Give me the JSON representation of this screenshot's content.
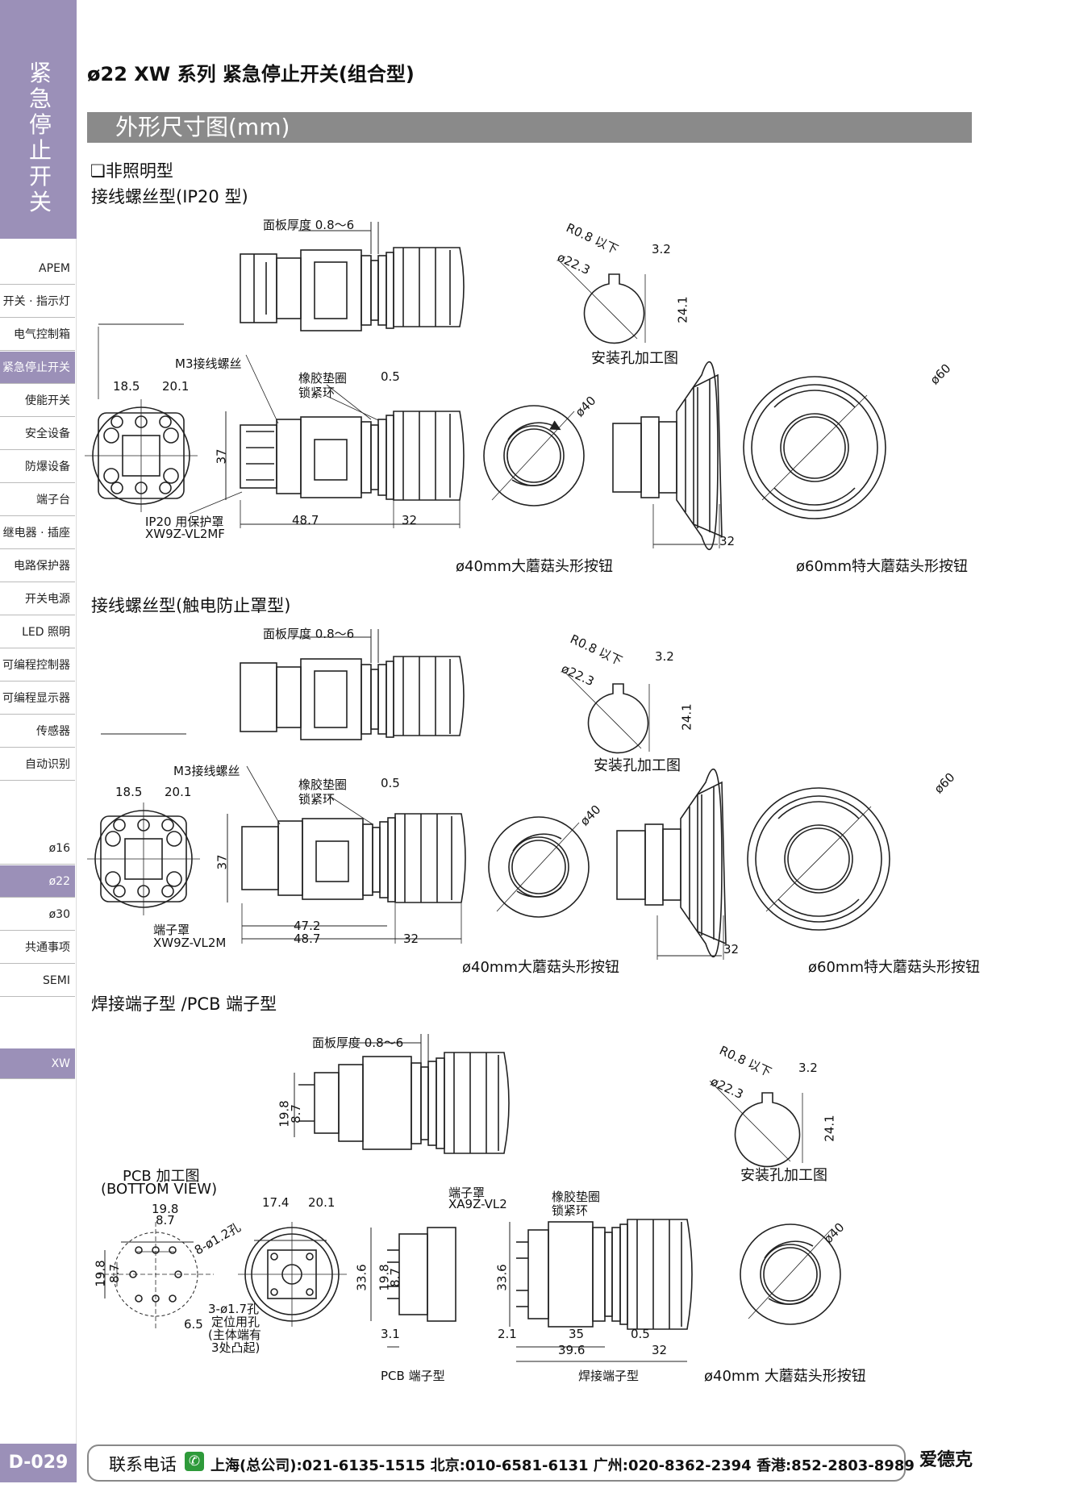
{
  "sidebar": {
    "vertical_title": "紧急停止开关",
    "items": [
      "APEM",
      "开关 · 指示灯",
      "电气控制箱",
      "紧急停止开关",
      "使能开关",
      "安全设备",
      "防爆设备",
      "端子台",
      "继电器 · 插座",
      "电路保护器",
      "开关电源",
      "LED 照明",
      "可编程控制器",
      "可编程显示器",
      "传感器",
      "自动识别"
    ],
    "active_item": "紧急停止开关",
    "sizes": [
      "ø16",
      "ø22",
      "ø30",
      "共通事项",
      "SEMI"
    ],
    "active_size": "ø22",
    "series": "XW"
  },
  "header": {
    "title": "ø22 XW 系列 紧急停止开关(组合型)",
    "section": "外形尺寸图(mm)"
  },
  "sections": {
    "non_illuminated": "❏非照明型",
    "s1": "接线螺丝型(IP20 型)",
    "s2": "接线螺丝型(触电防止罩型)",
    "s3": "焊接端子型 /PCB 端子型"
  },
  "labels": {
    "panel_thickness": "面板厚度 0.8〜6",
    "r08": "R0.8 以下",
    "d223": "ø22.3",
    "w32": "3.2",
    "h241": "24.1",
    "mount_hole": "安装孔加工图",
    "m3": "M3接线螺丝",
    "rubber": "橡胶垫圈",
    "lockring": "锁紧环",
    "d05": "0.5",
    "d185": "18.5",
    "d201": "20.1",
    "d37": "37",
    "d487": "48.7",
    "d472": "47.2",
    "d32": "32",
    "d40": "ø40",
    "d60": "ø60",
    "ip20cover": "IP20 用保护罩",
    "ip20code": "XW9Z-VL2MF",
    "cover": "端子罩",
    "covercode": "XW9Z-VL2M",
    "btn40": "ø40mm大蘑菇头形按钮",
    "btn60": "ø60mm特大蘑菇头形按钮",
    "btn40b": "ø40mm 大蘑菇头形按钮",
    "pcb_title": "PCB 加工图",
    "pcb_view": "(BOTTOM VIEW)",
    "d198": "19.8",
    "d87": "8.7",
    "holes8": "8-ø1.2孔",
    "holes3a": "3-ø1.7孔",
    "holes3b": "定位用孔",
    "holes3c": "(主体端有",
    "holes3d": "3处凸起)",
    "d65": "6.5",
    "d174": "17.4",
    "d336": "33.6",
    "d31": "3.1",
    "d21": "2.1",
    "d35": "35",
    "d396": "39.6",
    "xa9z_label": "端子罩",
    "xa9z": "XA9Z-VL2",
    "pcb_type": "PCB 端子型",
    "solder_type": "焊接端子型"
  },
  "footer": {
    "page": "D-029",
    "contact_label": "联系电话",
    "contacts": "上海(总公司):021-6135-1515  北京:010-6581-6131  广州:020-8362-2394  香港:852-2803-8989",
    "brand": "爱德克"
  }
}
